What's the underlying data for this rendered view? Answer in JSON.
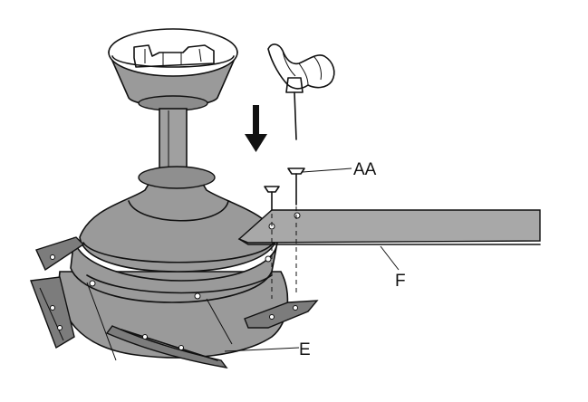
{
  "labels": {
    "aa": "AA",
    "f": "F",
    "e": "E"
  },
  "icons": [
    "down-arrow-icon",
    "screwdriver-in-hand-icon",
    "screw-icon"
  ],
  "colors": {
    "line": "#111111",
    "body_fill": "#9a9a9a",
    "blade_fill": "#a8a8a8",
    "background": "#ffffff"
  }
}
